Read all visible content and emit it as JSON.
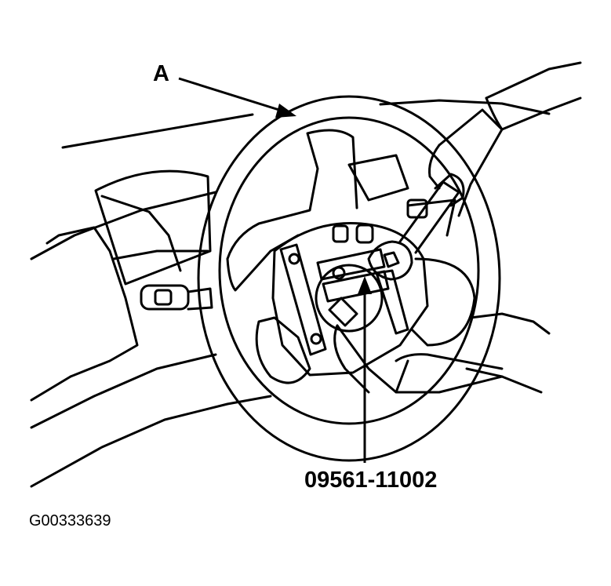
{
  "callouts": {
    "part_a": "A",
    "special_tool": "09561-11002"
  },
  "figure": {
    "id": "G00333639"
  },
  "colors": {
    "ink": "#000000",
    "paper": "#ffffff"
  }
}
